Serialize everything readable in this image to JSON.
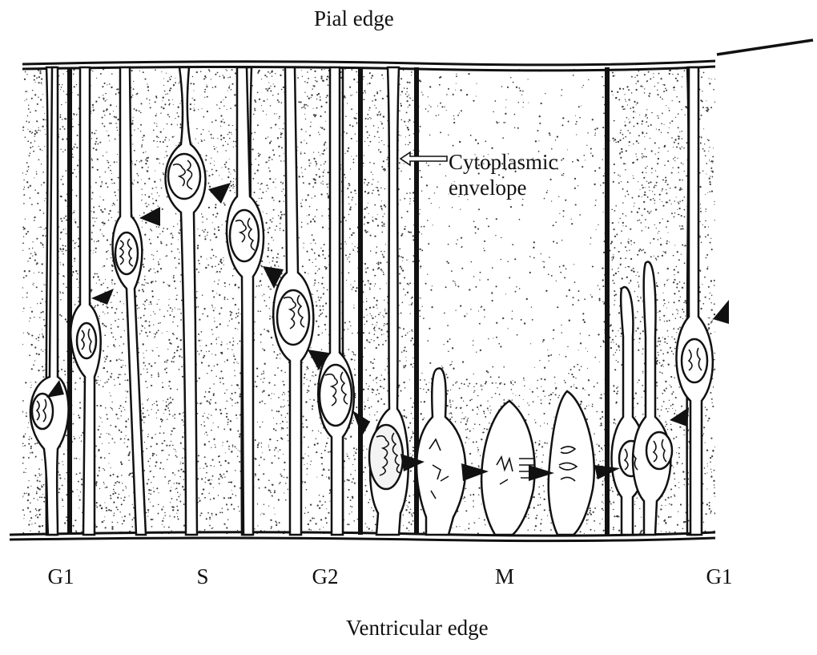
{
  "labels": {
    "top": "Pial edge",
    "bottom": "Ventricular edge",
    "envelope_line1": "Cytoplasmic",
    "envelope_line2": "envelope"
  },
  "phases": [
    "G1",
    "S",
    "G2",
    "M",
    "G1"
  ],
  "colors": {
    "ink": "#111111",
    "background": "#ffffff",
    "stipple": "#3a3a3a"
  }
}
